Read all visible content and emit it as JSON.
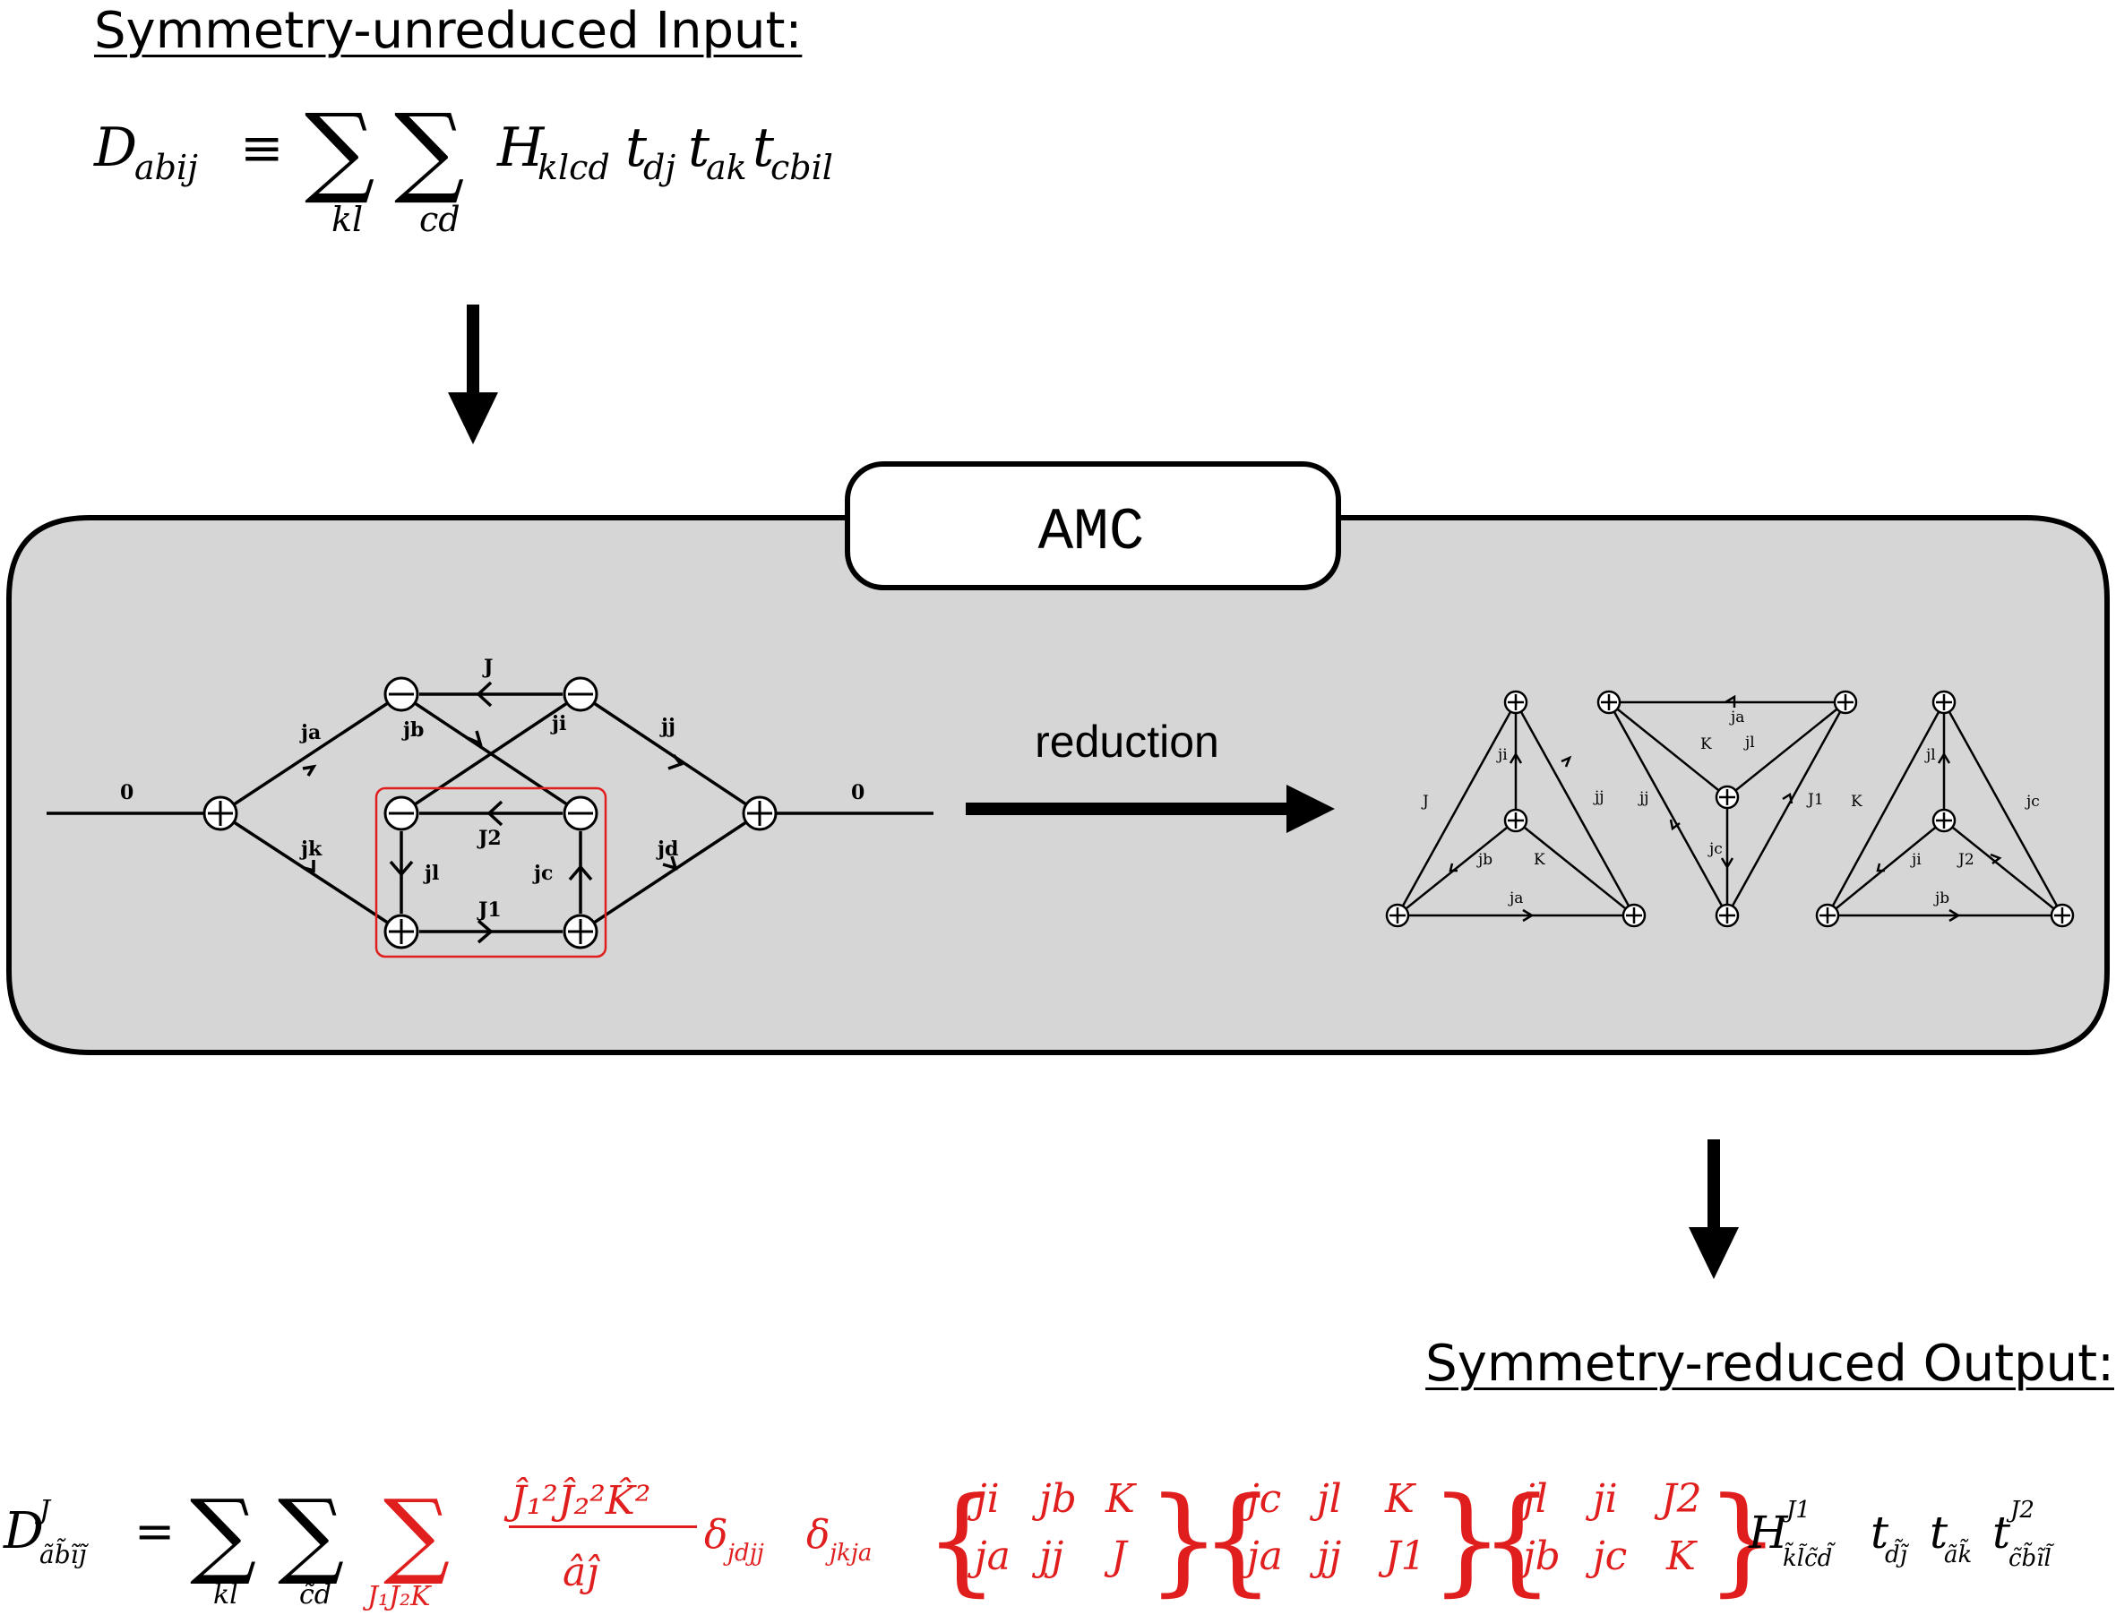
{
  "headings": {
    "input": "Symmetry-unreduced Input:",
    "output": "Symmetry-reduced Output:"
  },
  "input_equation": {
    "lhs": "D",
    "lhs_sub": "abij",
    "equiv": "≡",
    "sum1_sub": "kl",
    "sum2_sub": "cd",
    "H": "H",
    "H_sub": "klcd",
    "t1": "t",
    "t1_sub": "dj",
    "t2": "t",
    "t2_sub": "ak",
    "t3": "t",
    "t3_sub": "cbil"
  },
  "amc_box": {
    "title": "AMC",
    "arrow_label": "reduction",
    "colors": {
      "panel": "#d6d6d6",
      "highlight": "#e01e1e"
    }
  },
  "left_diagram": {
    "labels": {
      "zero_left": "0",
      "zero_right": "0",
      "J": "J",
      "ja": "ja",
      "jb": "jb",
      "ji": "ji",
      "jj": "jj",
      "jk": "jk",
      "jl": "jl",
      "jc": "jc",
      "jd": "jd",
      "J2": "J2",
      "J1": "J1"
    }
  },
  "triangles": {
    "t1": {
      "ji": "ji",
      "J": "J",
      "jj": "jj",
      "jb": "jb",
      "K": "K",
      "ja": "ja"
    },
    "t2": {
      "ja": "ja",
      "K": "K",
      "jl": "jl",
      "jj": "jj",
      "jc": "jc",
      "J1": "J1"
    },
    "t3": {
      "jl": "jl",
      "K": "K",
      "jc": "jc",
      "ji": "ji",
      "J2": "J2",
      "jb": "jb"
    }
  },
  "output_equation": {
    "lhs": "D",
    "lhs_sup": "J",
    "lhs_sub": "ãb̃ĩj̃",
    "eq": "=",
    "sum1_sub": "k̃l̃",
    "sum2_sub": "c̃d̃",
    "sum3_sub": "J₁J₂K",
    "frac_num": "Ĵ₁²Ĵ₂²K̂²",
    "frac_den": "âĵ",
    "delta1": "δ",
    "delta1_sub": "jdjj",
    "delta2": "δ",
    "delta2_sub": "jkja",
    "sixj1_top": [
      "ji",
      "jb",
      "K"
    ],
    "sixj1_bot": [
      "ja",
      "jj",
      "J"
    ],
    "sixj2_top": [
      "jc",
      "jl",
      "K"
    ],
    "sixj2_bot": [
      "ja",
      "jj",
      "J1"
    ],
    "sixj3_top": [
      "jl",
      "ji",
      "J2"
    ],
    "sixj3_bot": [
      "jb",
      "jc",
      "K"
    ],
    "H": "H",
    "H_sup": "J1",
    "H_sub": "k̃l̃c̃d̃",
    "t1": "t",
    "t1_sub": "d̃j̃",
    "t2": "t",
    "t2_sub": "ãk̃",
    "t3": "t",
    "t3_sup": "J2",
    "t3_sub": "c̃b̃ĩl̃"
  }
}
